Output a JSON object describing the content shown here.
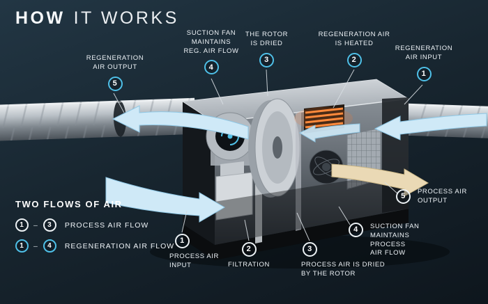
{
  "title": {
    "bold": "HOW",
    "light": "IT WORKS"
  },
  "colors": {
    "background": "#18262f",
    "accent_blue": "#4fc0e8",
    "process_white": "#edf2f5",
    "heater_orange": "#ff8a3c",
    "flow_blue": "#cfe9f7",
    "flow_tan": "#ead9b5"
  },
  "callouts": [
    {
      "id": "regeneration-air-output",
      "num": "5",
      "label": "REGENERATION\nAIR OUTPUT",
      "type": "regeneration"
    },
    {
      "id": "suction-fan-reg",
      "num": "4",
      "label": "SUCTION FAN\nMAINTAINS\nREG. AIR FLOW",
      "type": "regeneration"
    },
    {
      "id": "rotor-is-dried",
      "num": "3",
      "label": "THE ROTOR\nIS DRIED",
      "type": "regeneration"
    },
    {
      "id": "regeneration-air-heated",
      "num": "2",
      "label": "REGENERATION AIR\nIS HEATED",
      "type": "regeneration"
    },
    {
      "id": "regeneration-air-input",
      "num": "1",
      "label": "REGENERATION\nAIR INPUT",
      "type": "regeneration"
    },
    {
      "id": "process-air-input",
      "num": "1",
      "label": "PROCESS AIR\nINPUT",
      "type": "process"
    },
    {
      "id": "filtration",
      "num": "2",
      "label": "FILTRATION",
      "type": "process"
    },
    {
      "id": "process-air-dried",
      "num": "3",
      "label": "PROCESS AIR IS DRIED\nBY THE ROTOR",
      "type": "process"
    },
    {
      "id": "suction-fan-process",
      "num": "4",
      "label": "SUCTION FAN\nMAINTAINS PROCESS\nAIR FLOW",
      "type": "process"
    },
    {
      "id": "process-air-output",
      "num": "5",
      "label": "PROCESS AIR\nOUTPUT",
      "type": "process"
    }
  ],
  "legend": {
    "title": "TWO FLOWS OF AIR",
    "rows": [
      {
        "from": "1",
        "sep": "–",
        "to": "3",
        "label": "PROCESS AIR FLOW",
        "type": "process"
      },
      {
        "from": "1",
        "sep": "–",
        "to": "4",
        "label": "REGENERATION AIR FLOW",
        "type": "regeneration"
      }
    ]
  }
}
